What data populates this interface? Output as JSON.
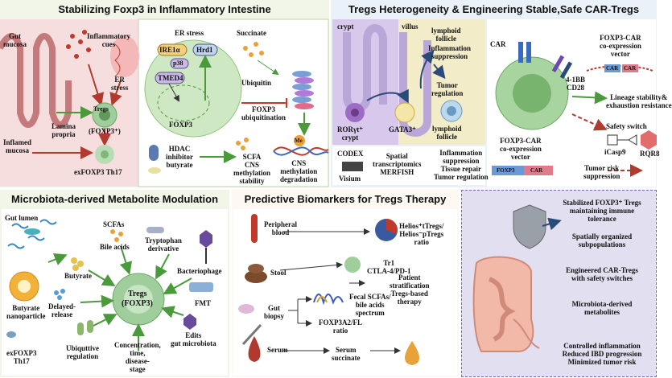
{
  "panel1": {
    "title": "Stabilizing Foxp3 in Inflammatory Intestine",
    "gut_mucosa": "Gut\nmucosa",
    "inflammatory_cues": "Inflammatory\ncues",
    "er_stress": "ER\nstress",
    "lamina_propria": "Lamina\npropria",
    "tregs": "Tregs",
    "foxp3_plus": "(FOXP3⁺)",
    "inflamed_mucosa": "Inflamed\nmucosa",
    "exfoxp3": "exFOXP3 Th17",
    "er_stress2": "ER stress",
    "succinate": "Succinate",
    "ire1a": "IRE1α",
    "hrd1": "Hrd1",
    "p38": "p38",
    "tmed4": "TMED4",
    "foxp3": "FOXP3",
    "ubiquitin": "Ubiquitin",
    "foxp3_ubiq": "FOXP3\nubiquitination",
    "hdac": "HDAC\ninhibitor\nbutyrate",
    "scfa": "SCFA\nCNS\nmethylation\nstability",
    "cns": "CNS\nmethylation\ndegradation",
    "me": "Me"
  },
  "panel2": {
    "title": "Tregs Heterogeneity & Engineering Stable,Safe CAR-Tregs",
    "crypt": "crypt",
    "villus": "villus",
    "lymphoid_follicle": "lymphoid\nfollicle",
    "inflammation_suppression": "Inflammation\nsuppression",
    "tumor_regulation": "Tumor\nregulation",
    "ror_crypt": "RORγt⁺\ncrypt",
    "gata3": "GATA3⁺",
    "lymphoid_follicle2": "lymphoid\nfollicle",
    "codex": "CODEX",
    "visium": "Visium",
    "spatial": "Spatial\ntranscriptomics\nMERFISH",
    "inf_list": "Inflammation\nsuppression\nTissue repair\nTumor regulation",
    "car": "CAR",
    "foxp3_car_vec": "FOXP3-CAR\nco-expression\nvector",
    "costim": "4-1BB\nCD28",
    "lineage": "Lineage stability&\nexhaustion resistance",
    "safety_switch": "Safety switch",
    "foxp3_car_vec2": "FOXP3-CAR\nco-expression\nvector",
    "icasp9": "iCasp9",
    "rqr8": "RQR8",
    "tumor_risk": "Tumor risk\nsuppression",
    "foxp3_box": "FOXP3",
    "car_box": "CAR",
    "car_box2": "CAR",
    "car_box3": "CAR"
  },
  "panel3": {
    "title": "Microbiota-derived Metabolite Modulation",
    "gut_lumen": "Gut lumen",
    "scfas": "SCFAs",
    "bile_acids": "Bile acids",
    "tryptophan": "Tryptophan\nderivative",
    "butyrate": "Butyrate",
    "bacteriophage": "Bacteriophage",
    "butyrate_np": "Butyrate\nnanoparticle",
    "delayed": "Delayed-\nrelease",
    "tregs": "Tregs",
    "foxp3": "(FOXP3)",
    "fmt": "FMT",
    "exfoxp3": "exFOXP3\nTh17",
    "ubiq_reg": "Ubiquttive\nregulation",
    "concentration": "Concentration,\ntime,\ndisease-\nstage",
    "edits": "Edits\ngut microbiota"
  },
  "panel4": {
    "title": "Predictive Biomarkers for Tregs Therapy",
    "peripheral_blood": "Peripheral\nblood",
    "helios": "Helios⁺tTregs/\nHelios⁻pTregs\nratio",
    "stool": "Stool",
    "tr1": "Tr1\nCTLA-4/PD-1",
    "patient": "Patient\nstratification\nTregs-based\ntherapy",
    "gut_biopsy": "Gut\nbiopsy",
    "fecal": "Fecal SCFAs/\nbile acids\nspectrum",
    "foxp3a2": "FOXP3A2/FL\nratio",
    "serum": "Serum",
    "serum_succ": "Serum\nsuccinate"
  },
  "panel5": {
    "items": [
      "Stabilized FOXP3⁺ Tregs\nmaintaining immune\ntolerance",
      "Spatially organized\nsubpopulations",
      "Engineered CAR-Tregs\nwith safety switches",
      "Microbiota-derived\nmetabolites",
      "Controlled inflammation\nReduced IBD progression\nMinimized tumor risk"
    ]
  },
  "colors": {
    "panel1_bg": "#f1f6e8",
    "panel2_bg": "#eaf1f8",
    "panel3_bg": "#f1f6e8",
    "panel4_bg": "#fdf8f1",
    "panel5_bg": "#e2e0f0",
    "treg_green": "#9fce9c",
    "arrow_green": "#4a9a3c",
    "arrow_red": "#c0392b"
  }
}
